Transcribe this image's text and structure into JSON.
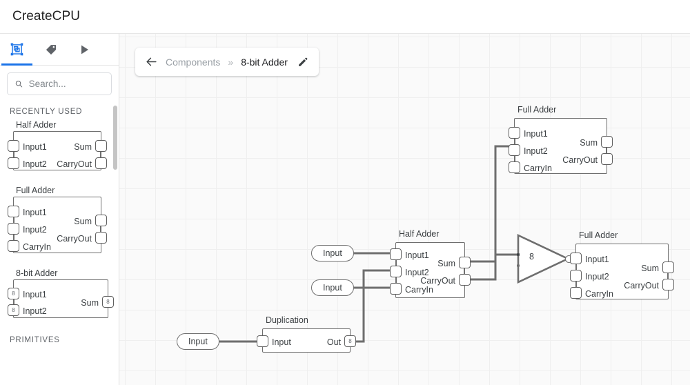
{
  "app": {
    "title": "CreateCPU"
  },
  "sidebar": {
    "tabs": [
      {
        "name": "components-tab",
        "icon": "component-icon",
        "active": true
      },
      {
        "name": "labels-tab",
        "icon": "tag-icon",
        "active": false
      },
      {
        "name": "run-tab",
        "icon": "play-icon",
        "active": false
      }
    ],
    "search": {
      "placeholder": "Search...",
      "value": "",
      "icon": "search-icon"
    },
    "sections": [
      {
        "label": "RECENTLY USED"
      },
      {
        "label": "PRIMITIVES"
      }
    ],
    "palette": [
      {
        "name": "Half Adder",
        "inputs": [
          {
            "label": "Input1",
            "bits": ""
          },
          {
            "label": "Input2",
            "bits": ""
          }
        ],
        "outputs": [
          {
            "label": "Sum",
            "bits": ""
          },
          {
            "label": "CarryOut",
            "bits": ""
          }
        ]
      },
      {
        "name": "Full Adder",
        "inputs": [
          {
            "label": "Input1",
            "bits": ""
          },
          {
            "label": "Input2",
            "bits": ""
          },
          {
            "label": "CarryIn",
            "bits": ""
          }
        ],
        "outputs": [
          {
            "label": "Sum",
            "bits": ""
          },
          {
            "label": "CarryOut",
            "bits": ""
          }
        ]
      },
      {
        "name": "8-bit Adder",
        "inputs": [
          {
            "label": "Input1",
            "bits": "8"
          },
          {
            "label": "Input2",
            "bits": "8"
          }
        ],
        "outputs": [
          {
            "label": "Sum",
            "bits": "8"
          }
        ]
      }
    ],
    "scrollbar": {
      "name": "sidebar-scrollbar"
    }
  },
  "breadcrumb": {
    "back_icon": "arrow-left-icon",
    "parent": "Components",
    "separator": "»",
    "current": "8-bit Adder",
    "edit_icon": "pencil-icon"
  },
  "canvas": {
    "grid": true,
    "background": "#fafafa",
    "grid_color": "#efefef",
    "wire_color": "#6e6e6e",
    "accent": "#1a73e8",
    "nodes": [
      {
        "id": "full-adder-top",
        "type": "Full Adder",
        "title": "Full Adder",
        "inputs": [
          "Input1",
          "Input2",
          "CarryIn"
        ],
        "outputs": [
          "Sum",
          "CarryOut"
        ]
      },
      {
        "id": "half-adder-mid",
        "type": "Half Adder",
        "title": "Half Adder",
        "inputs": [
          "Input1",
          "Input2",
          "CarryIn"
        ],
        "outputs": [
          "Sum",
          "CarryOut"
        ]
      },
      {
        "id": "full-adder-right",
        "type": "Full Adder",
        "title": "Full Adder",
        "inputs": [
          "Input1",
          "Input2",
          "CarryIn"
        ],
        "outputs": [
          "Sum",
          "CarryOut"
        ]
      },
      {
        "id": "duplication",
        "type": "Duplication",
        "title": "Duplication",
        "inputs": [
          "Input"
        ],
        "outputs": [
          "Out"
        ],
        "output_bits": "8"
      }
    ],
    "bus_node": {
      "id": "bus-merge",
      "label": "8"
    },
    "io_pills": [
      {
        "id": "input-pill-1",
        "label": "Input"
      },
      {
        "id": "input-pill-2",
        "label": "Input"
      },
      {
        "id": "input-pill-3",
        "label": "Input"
      }
    ]
  }
}
